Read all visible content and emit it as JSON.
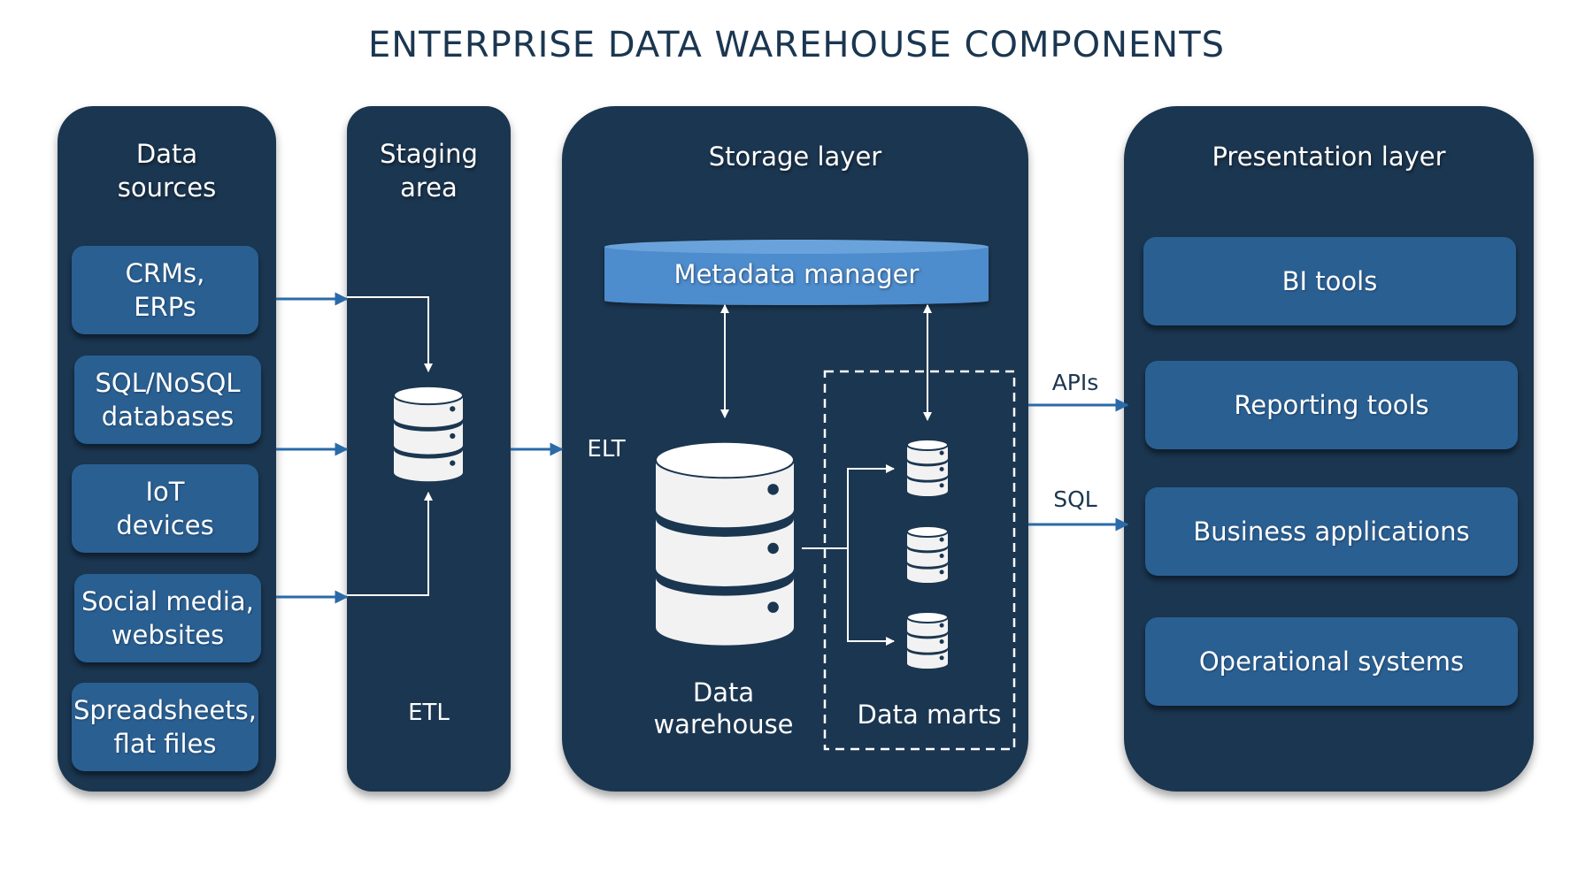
{
  "title": "ENTERPRISE DATA WAREHOUSE COMPONENTS",
  "colors": {
    "panel": "#1b3650",
    "box": "#2a5f92",
    "metadata": "#4d8ccd",
    "arrow": "#2a6aa8",
    "line": "#ffffff"
  },
  "data_sources": {
    "title": "Data\nsources",
    "items": [
      "CRMs,\nERPs",
      "SQL/NoSQL\ndatabases",
      "IoT\ndevices",
      "Social media,\nwebsites",
      "Spreadsheets,\nflat files"
    ]
  },
  "staging": {
    "title": "Staging\narea",
    "etl_label": "ETL"
  },
  "storage": {
    "title": "Storage layer",
    "metadata_label": "Metadata manager",
    "elt_label": "ELT",
    "warehouse_label": "Data\nwarehouse",
    "marts_label": "Data marts"
  },
  "connectors": {
    "apis_label": "APIs",
    "sql_label": "SQL"
  },
  "presentation": {
    "title": "Presentation layer",
    "items": [
      "BI tools",
      "Reporting tools",
      "Business applications",
      "Operational systems"
    ]
  }
}
